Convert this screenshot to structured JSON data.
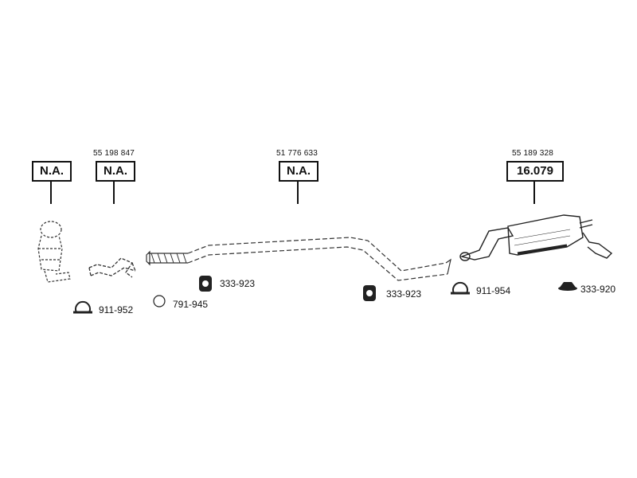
{
  "columns": [
    {
      "oe": "",
      "box": "N.A."
    },
    {
      "oe": "55 198 847",
      "box": "N.A."
    },
    {
      "oe": "51 776 633",
      "box": "N.A."
    },
    {
      "oe": "55 189 328",
      "box": "16.079"
    }
  ],
  "parts": [
    {
      "code": "333-923",
      "icon": "rubber-hanger-icon"
    },
    {
      "code": "911-952",
      "icon": "clamp-icon"
    },
    {
      "code": "791-945",
      "icon": "gasket-ring-icon"
    },
    {
      "code": "333-923",
      "icon": "rubber-hanger-icon"
    },
    {
      "code": "911-954",
      "icon": "clamp-icon"
    },
    {
      "code": "333-920",
      "icon": "mounting-pad-icon"
    }
  ]
}
